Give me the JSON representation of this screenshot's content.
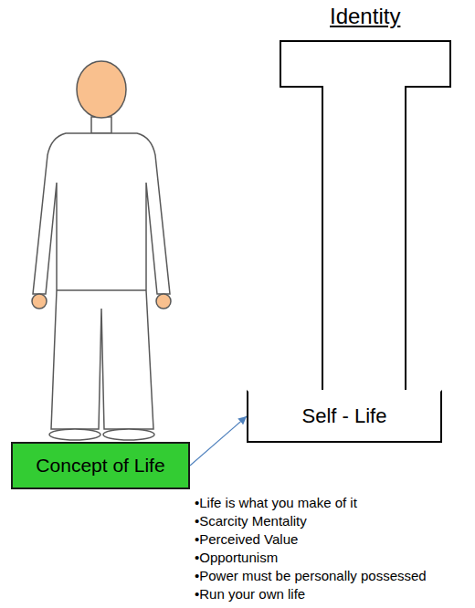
{
  "diagram": {
    "title": "Identity",
    "nodes": [
      {
        "text": [
          "Self - Life"
        ]
      },
      {
        "text": [
          "Concept of Life"
        ]
      }
    ],
    "edges": [
      {
        "from": 1,
        "to": 0,
        "arrow": "to"
      }
    ],
    "labels": [
      "•Life is what you make of it",
      "•Scarcity Mentality",
      "•Perceived Value",
      "•Opportunism",
      "•Power must be personally possessed",
      "•Run your own life"
    ]
  }
}
